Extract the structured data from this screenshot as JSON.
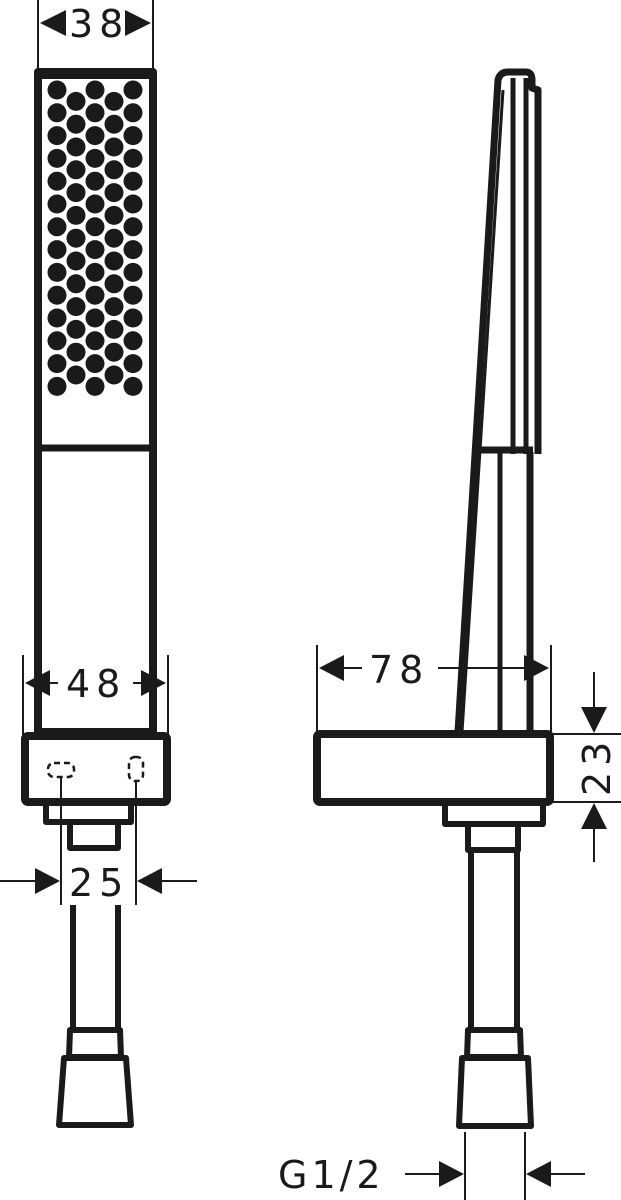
{
  "drawing": {
    "type": "technical-drawing",
    "subject": "hand shower with wall holder and hose connector",
    "line_color": "#1a1a1a",
    "background": "#ffffff",
    "views": [
      {
        "name": "front-view"
      },
      {
        "name": "side-view"
      }
    ]
  },
  "dimensions": {
    "head_width": "38",
    "holder_width_front": "48",
    "connector_spacing": "25",
    "holder_depth_side": "78",
    "holder_height": "23",
    "thread": "G1/2"
  },
  "nozzles": {
    "rows_of_three": 14,
    "rows_of_two": 13
  }
}
